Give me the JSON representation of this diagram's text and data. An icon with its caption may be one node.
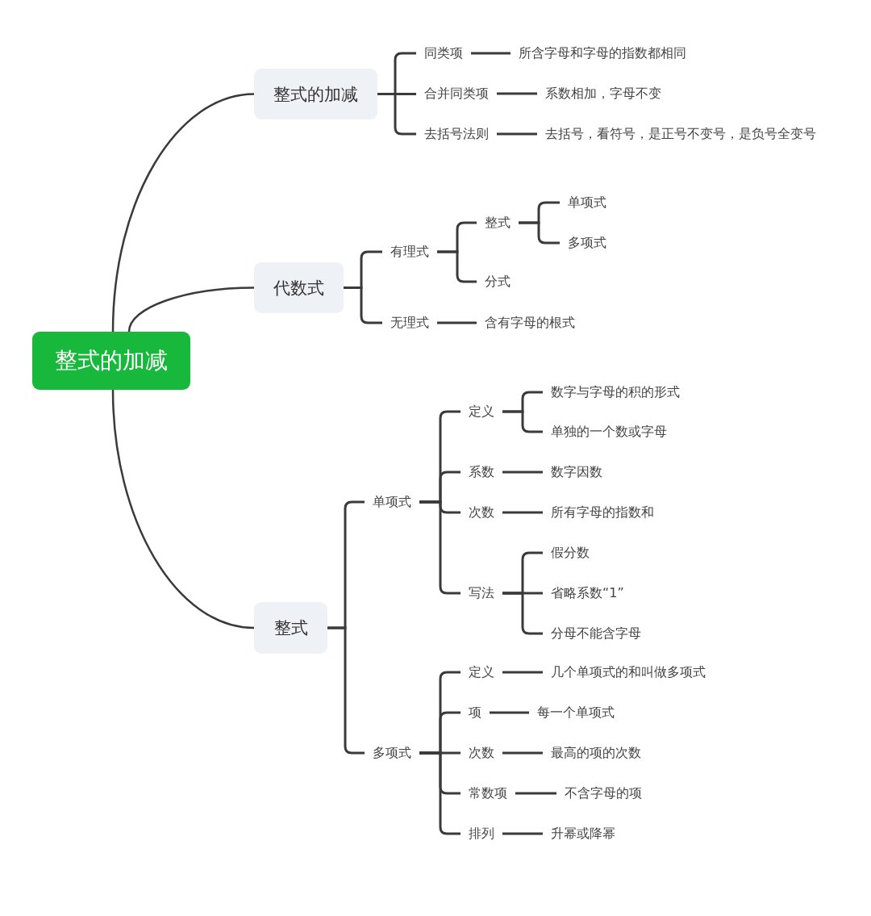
{
  "diagram": {
    "nodes": [
      {
        "text": [
          "整式的加减"
        ]
      },
      {
        "text": [
          "整式的加减"
        ]
      },
      {
        "text": [
          "同类项"
        ]
      },
      {
        "text": [
          "所含字母和字母的指数都相同"
        ]
      },
      {
        "text": [
          "合并同类项"
        ]
      },
      {
        "text": [
          "系数相加，字母不变"
        ]
      },
      {
        "text": [
          "去括号法则"
        ]
      },
      {
        "text": [
          "去括号，看符号，是正号不变号，是负号全变号"
        ]
      },
      {
        "text": [
          "代数式"
        ]
      },
      {
        "text": [
          "有理式"
        ]
      },
      {
        "text": [
          "整式"
        ]
      },
      {
        "text": [
          "单项式"
        ]
      },
      {
        "text": [
          "多项式"
        ]
      },
      {
        "text": [
          "分式"
        ]
      },
      {
        "text": [
          "无理式"
        ]
      },
      {
        "text": [
          "含有字母的根式"
        ]
      },
      {
        "text": [
          "整式"
        ]
      },
      {
        "text": [
          "单项式"
        ]
      },
      {
        "text": [
          "定义"
        ]
      },
      {
        "text": [
          "数字与字母的积的形式"
        ]
      },
      {
        "text": [
          "单独的一个数或字母"
        ]
      },
      {
        "text": [
          "系数"
        ]
      },
      {
        "text": [
          "数字因数"
        ]
      },
      {
        "text": [
          "次数"
        ]
      },
      {
        "text": [
          "所有字母的指数和"
        ]
      },
      {
        "text": [
          "写法"
        ]
      },
      {
        "text": [
          "假分数"
        ]
      },
      {
        "text": [
          "省略系数“1”"
        ]
      },
      {
        "text": [
          "分母不能含字母"
        ]
      },
      {
        "text": [
          "多项式"
        ]
      },
      {
        "text": [
          "定义"
        ]
      },
      {
        "text": [
          "几个单项式的和叫做多项式"
        ]
      },
      {
        "text": [
          "项"
        ]
      },
      {
        "text": [
          "每一个单项式"
        ]
      },
      {
        "text": [
          "次数"
        ]
      },
      {
        "text": [
          "最高的项的次数"
        ]
      },
      {
        "text": [
          "常数项"
        ]
      },
      {
        "text": [
          "不含字母的项"
        ]
      },
      {
        "text": [
          "排列"
        ]
      },
      {
        "text": [
          "升幂或降幂"
        ]
      }
    ],
    "edges": [
      {
        "from": 0,
        "to": 1,
        "arrow": "none"
      },
      {
        "from": 1,
        "to": 2,
        "arrow": "none"
      },
      {
        "from": 2,
        "to": 3,
        "arrow": "none"
      },
      {
        "from": 1,
        "to": 4,
        "arrow": "none"
      },
      {
        "from": 4,
        "to": 5,
        "arrow": "none"
      },
      {
        "from": 1,
        "to": 6,
        "arrow": "none"
      },
      {
        "from": 6,
        "to": 7,
        "arrow": "none"
      },
      {
        "from": 0,
        "to": 8,
        "arrow": "none"
      },
      {
        "from": 8,
        "to": 9,
        "arrow": "none"
      },
      {
        "from": 9,
        "to": 10,
        "arrow": "none"
      },
      {
        "from": 10,
        "to": 11,
        "arrow": "none"
      },
      {
        "from": 10,
        "to": 12,
        "arrow": "none"
      },
      {
        "from": 9,
        "to": 13,
        "arrow": "none"
      },
      {
        "from": 8,
        "to": 14,
        "arrow": "none"
      },
      {
        "from": 14,
        "to": 15,
        "arrow": "none"
      },
      {
        "from": 0,
        "to": 16,
        "arrow": "none"
      },
      {
        "from": 16,
        "to": 17,
        "arrow": "none"
      },
      {
        "from": 17,
        "to": 18,
        "arrow": "none"
      },
      {
        "from": 18,
        "to": 19,
        "arrow": "none"
      },
      {
        "from": 18,
        "to": 20,
        "arrow": "none"
      },
      {
        "from": 17,
        "to": 21,
        "arrow": "none"
      },
      {
        "from": 21,
        "to": 22,
        "arrow": "none"
      },
      {
        "from": 17,
        "to": 23,
        "arrow": "none"
      },
      {
        "from": 23,
        "to": 24,
        "arrow": "none"
      },
      {
        "from": 17,
        "to": 25,
        "arrow": "none"
      },
      {
        "from": 25,
        "to": 26,
        "arrow": "none"
      },
      {
        "from": 25,
        "to": 27,
        "arrow": "none"
      },
      {
        "from": 25,
        "to": 28,
        "arrow": "none"
      },
      {
        "from": 16,
        "to": 29,
        "arrow": "none"
      },
      {
        "from": 29,
        "to": 30,
        "arrow": "none"
      },
      {
        "from": 30,
        "to": 31,
        "arrow": "none"
      },
      {
        "from": 29,
        "to": 32,
        "arrow": "none"
      },
      {
        "from": 32,
        "to": 33,
        "arrow": "none"
      },
      {
        "from": 29,
        "to": 34,
        "arrow": "none"
      },
      {
        "from": 34,
        "to": 35,
        "arrow": "none"
      },
      {
        "from": 29,
        "to": 36,
        "arrow": "none"
      },
      {
        "from": 36,
        "to": 37,
        "arrow": "none"
      },
      {
        "from": 29,
        "to": 38,
        "arrow": "none"
      },
      {
        "from": 38,
        "to": 39,
        "arrow": "none"
      }
    ]
  }
}
